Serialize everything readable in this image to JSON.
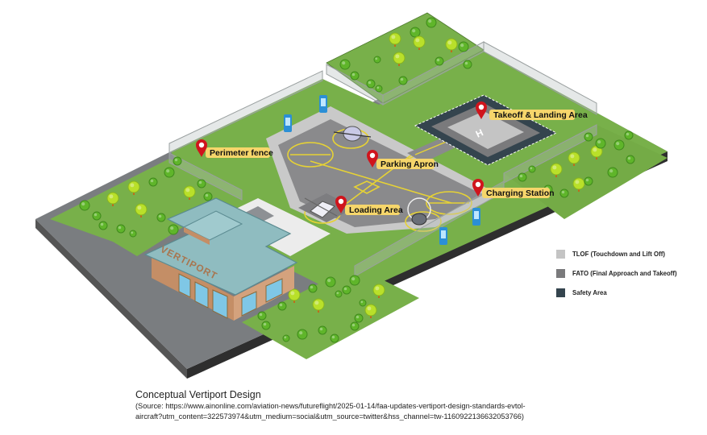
{
  "figure": {
    "title": "Conceptual Vertiport Design",
    "source_line1": "(Source: https://www.ainonline.com/aviation-news/futureflight/2025-01-14/faa-updates-vertiport-design-standards-evtol-",
    "source_line2": "aircraft?utm_content=322573974&utm_medium=social&utm_source=twitter&hss_channel=tw-1160922136632053766)"
  },
  "building": {
    "sign": "VERTIPORT"
  },
  "callouts": [
    {
      "id": "takeoff-landing",
      "label": "Takeoff & Landing Area",
      "icon": "map-pin-icon"
    },
    {
      "id": "perimeter-fence",
      "label": "Perimeter fence",
      "icon": "map-pin-icon"
    },
    {
      "id": "parking-apron",
      "label": "Parking Apron",
      "icon": "map-pin-icon"
    },
    {
      "id": "charging-station",
      "label": "Charging Station",
      "icon": "map-pin-icon"
    },
    {
      "id": "loading-area",
      "label": "Loading Area",
      "icon": "map-pin-icon"
    }
  ],
  "legend": [
    {
      "label": "TLOF (Touchdown and Lift Off)",
      "color": "#c4c4c4"
    },
    {
      "label": "FATO (Final Approach and Takeoff)",
      "color": "#7a7a7c"
    },
    {
      "label": "Safety Area",
      "color": "#34444e"
    }
  ],
  "colors": {
    "grass": "#78b04a",
    "grass_dark": "#6a9f40",
    "slab_edge": "#3a3a3a",
    "apron": "#8a8a8c",
    "apron_border": "#c9c9c9",
    "marking": "#e6d235",
    "pin": "#d0141c",
    "tag": "#f6d66b",
    "roof": "#8fbcc0",
    "wall": "#d4a27d",
    "charger": "#2b8fd6"
  }
}
